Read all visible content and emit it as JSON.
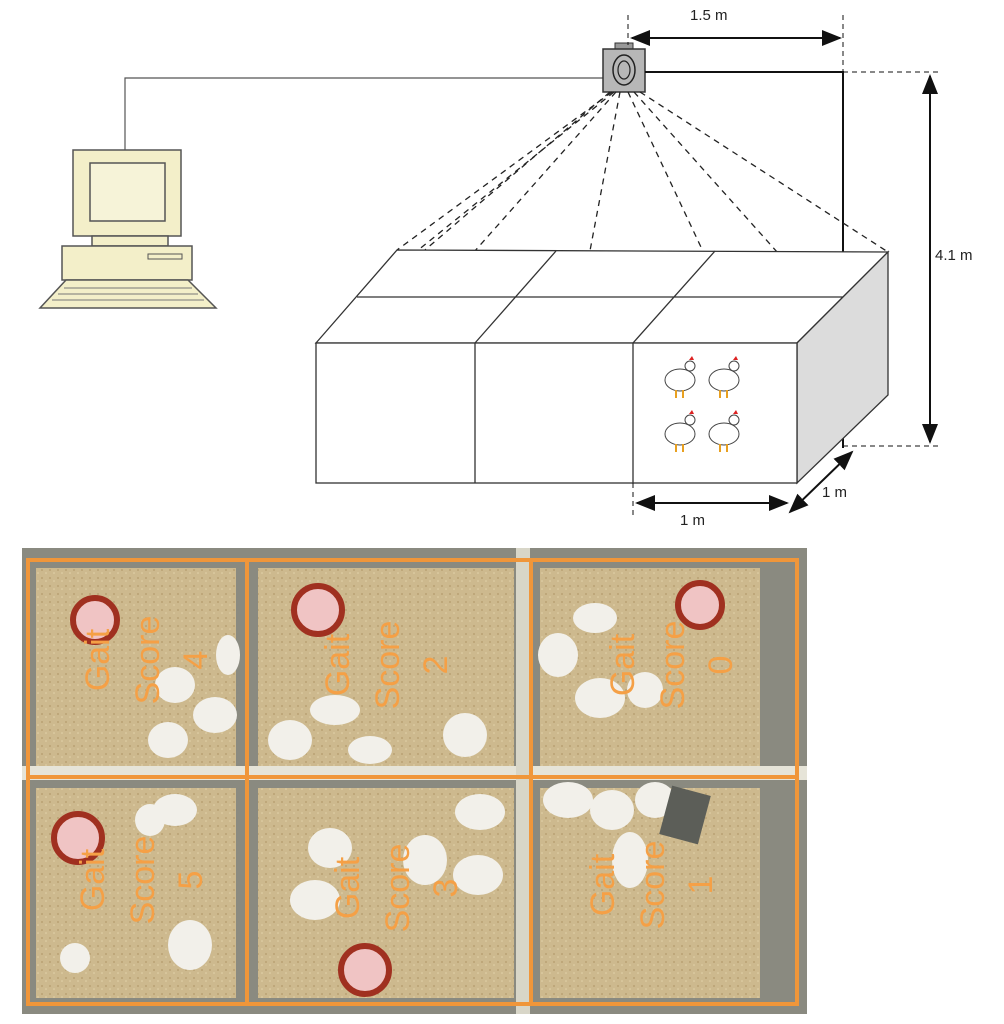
{
  "dimensions": {
    "camera_offset": "1.5 m",
    "camera_height": "4.1 m",
    "pen_width": "1 m",
    "pen_depth": "1 m"
  },
  "pens": [
    {
      "word1": "Gait",
      "word2": "Score",
      "score": "4"
    },
    {
      "word1": "Gait",
      "word2": "Score",
      "score": "2"
    },
    {
      "word1": "Gait",
      "word2": "Score",
      "score": "0"
    },
    {
      "word1": "Gait",
      "word2": "Score",
      "score": "5"
    },
    {
      "word1": "Gait",
      "word2": "Score",
      "score": "3"
    },
    {
      "word1": "Gait",
      "word2": "Score",
      "score": "1"
    }
  ],
  "colors": {
    "label": "#f5a046",
    "grid": "#f0963a",
    "litter": "#cdb98e"
  }
}
